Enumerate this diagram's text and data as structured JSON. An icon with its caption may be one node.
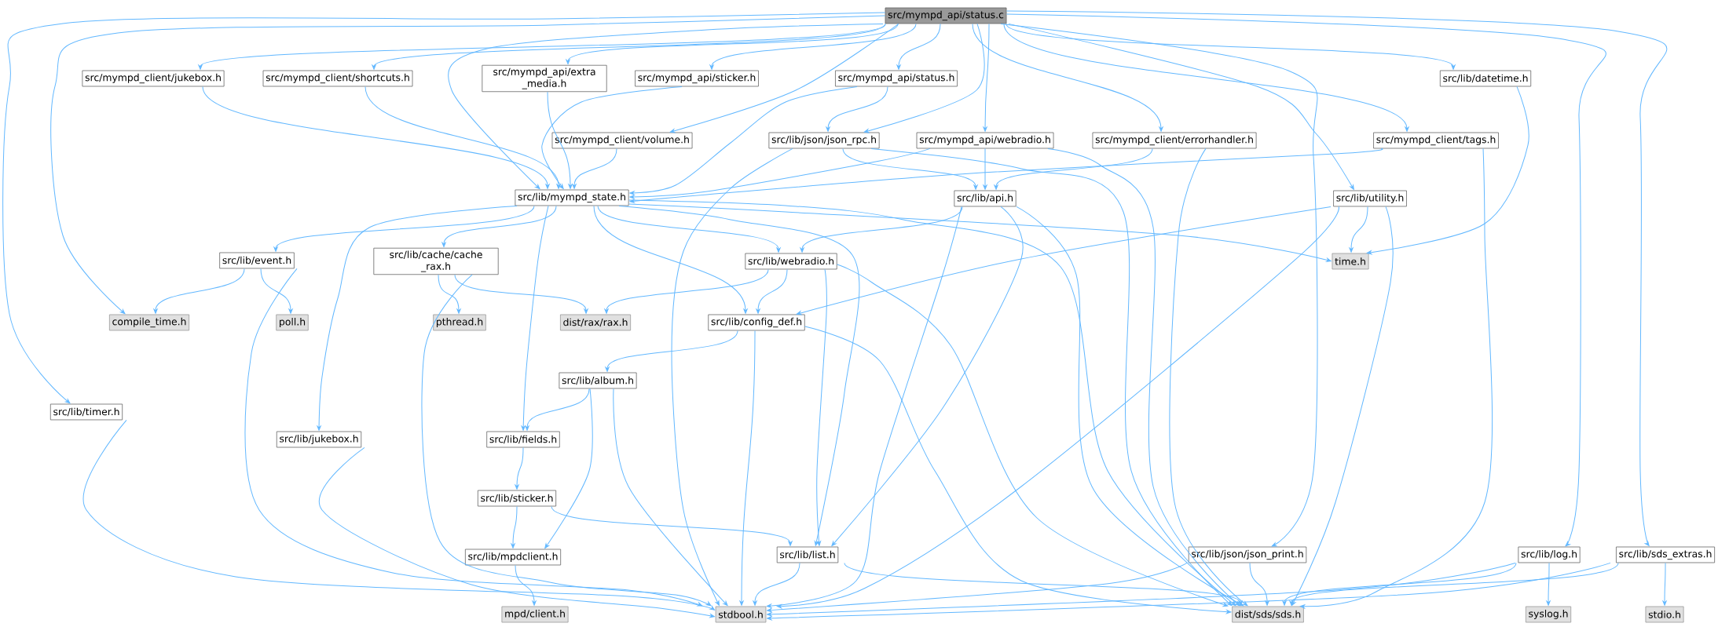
{
  "diagram": {
    "nodes": [
      {
        "text": [
          "src/mympd_api/status.c"
        ]
      },
      {
        "text": [
          "src/mympd_client/jukebox.h"
        ]
      },
      {
        "text": [
          "src/mympd_client/shortcuts.h"
        ]
      },
      {
        "text": [
          "src/mympd_api/extra _media.h"
        ]
      },
      {
        "text": [
          "src/mympd_api/sticker.h"
        ]
      },
      {
        "text": [
          "src/mympd_api/status.h"
        ]
      },
      {
        "text": [
          "src/lib/datetime.h"
        ]
      },
      {
        "text": [
          "src/mympd_client/volume.h"
        ]
      },
      {
        "text": [
          "src/lib/json/json_rpc.h"
        ]
      },
      {
        "text": [
          "src/mympd_api/webradio.h"
        ]
      },
      {
        "text": [
          "src/mympd_client/errorhandler.h"
        ]
      },
      {
        "text": [
          "src/mympd_client/tags.h"
        ]
      },
      {
        "text": [
          "src/lib/mympd_state.h"
        ]
      },
      {
        "text": [
          "src/lib/api.h"
        ]
      },
      {
        "text": [
          "src/lib/utility.h"
        ]
      },
      {
        "text": [
          "src/lib/event.h"
        ]
      },
      {
        "text": [
          "src/lib/cache/cache _rax.h"
        ]
      },
      {
        "text": [
          "time.h"
        ]
      },
      {
        "text": [
          "src/lib/webradio.h"
        ]
      },
      {
        "text": [
          "compile_time.h"
        ]
      },
      {
        "text": [
          "poll.h"
        ]
      },
      {
        "text": [
          "pthread.h"
        ]
      },
      {
        "text": [
          "dist/rax/rax.h"
        ]
      },
      {
        "text": [
          "src/lib/config_def.h"
        ]
      },
      {
        "text": [
          "src/lib/timer.h"
        ]
      },
      {
        "text": [
          "src/lib/album.h"
        ]
      },
      {
        "text": [
          "src/lib/jukebox.h"
        ]
      },
      {
        "text": [
          "src/lib/fields.h"
        ]
      },
      {
        "text": [
          "src/lib/sticker.h"
        ]
      },
      {
        "text": [
          "src/lib/mpdclient.h"
        ]
      },
      {
        "text": [
          "src/lib/list.h"
        ]
      },
      {
        "text": [
          "src/lib/json/json_print.h"
        ]
      },
      {
        "text": [
          "src/lib/log.h"
        ]
      },
      {
        "text": [
          "src/lib/sds_extras.h"
        ]
      },
      {
        "text": [
          "mpd/client.h"
        ]
      },
      {
        "text": [
          "stdbool.h"
        ]
      },
      {
        "text": [
          "dist/sds/sds.h"
        ]
      },
      {
        "text": [
          "syslog.h"
        ]
      },
      {
        "text": [
          "stdio.h"
        ]
      }
    ],
    "edges": [
      {
        "from": 0,
        "to": 1,
        "arrow": "to"
      },
      {
        "from": 0,
        "to": 2,
        "arrow": "to"
      },
      {
        "from": 0,
        "to": 3,
        "arrow": "to"
      },
      {
        "from": 0,
        "to": 4,
        "arrow": "to"
      },
      {
        "from": 0,
        "to": 5,
        "arrow": "to"
      },
      {
        "from": 0,
        "to": 6,
        "arrow": "to"
      },
      {
        "from": 0,
        "to": 7,
        "arrow": "to"
      },
      {
        "from": 0,
        "to": 8,
        "arrow": "to"
      },
      {
        "from": 0,
        "to": 9,
        "arrow": "to"
      },
      {
        "from": 0,
        "to": 10,
        "arrow": "to"
      },
      {
        "from": 0,
        "to": 11,
        "arrow": "to"
      },
      {
        "from": 0,
        "to": 12,
        "arrow": "to"
      },
      {
        "from": 0,
        "to": 14,
        "arrow": "to"
      },
      {
        "from": 0,
        "to": 19,
        "arrow": "to"
      },
      {
        "from": 0,
        "to": 24,
        "arrow": "to"
      },
      {
        "from": 0,
        "to": 31,
        "arrow": "to"
      },
      {
        "from": 0,
        "to": 32,
        "arrow": "to"
      },
      {
        "from": 0,
        "to": 33,
        "arrow": "to"
      },
      {
        "from": 1,
        "to": 12,
        "arrow": "to"
      },
      {
        "from": 2,
        "to": 12,
        "arrow": "to"
      },
      {
        "from": 3,
        "to": 12,
        "arrow": "to"
      },
      {
        "from": 4,
        "to": 12,
        "arrow": "to"
      },
      {
        "from": 5,
        "to": 12,
        "arrow": "to"
      },
      {
        "from": 5,
        "to": 8,
        "arrow": "to"
      },
      {
        "from": 6,
        "to": 17,
        "arrow": "to"
      },
      {
        "from": 7,
        "to": 12,
        "arrow": "to"
      },
      {
        "from": 8,
        "to": 13,
        "arrow": "to"
      },
      {
        "from": 8,
        "to": 35,
        "arrow": "to"
      },
      {
        "from": 8,
        "to": 36,
        "arrow": "to"
      },
      {
        "from": 9,
        "to": 12,
        "arrow": "to"
      },
      {
        "from": 9,
        "to": 13,
        "arrow": "to"
      },
      {
        "from": 9,
        "to": 36,
        "arrow": "to"
      },
      {
        "from": 10,
        "to": 13,
        "arrow": "to"
      },
      {
        "from": 10,
        "to": 36,
        "arrow": "to"
      },
      {
        "from": 11,
        "to": 12,
        "arrow": "to"
      },
      {
        "from": 11,
        "to": 36,
        "arrow": "to"
      },
      {
        "from": 12,
        "to": 15,
        "arrow": "to"
      },
      {
        "from": 12,
        "to": 16,
        "arrow": "to"
      },
      {
        "from": 12,
        "to": 17,
        "arrow": "to"
      },
      {
        "from": 12,
        "to": 18,
        "arrow": "to"
      },
      {
        "from": 12,
        "to": 23,
        "arrow": "to"
      },
      {
        "from": 12,
        "to": 26,
        "arrow": "to"
      },
      {
        "from": 12,
        "to": 27,
        "arrow": "to"
      },
      {
        "from": 12,
        "to": 30,
        "arrow": "to"
      },
      {
        "from": 12,
        "to": 36,
        "arrow": "to"
      },
      {
        "from": 13,
        "to": 18,
        "arrow": "to"
      },
      {
        "from": 13,
        "to": 30,
        "arrow": "to"
      },
      {
        "from": 13,
        "to": 35,
        "arrow": "to"
      },
      {
        "from": 13,
        "to": 36,
        "arrow": "to"
      },
      {
        "from": 14,
        "to": 17,
        "arrow": "to"
      },
      {
        "from": 14,
        "to": 23,
        "arrow": "to"
      },
      {
        "from": 14,
        "to": 35,
        "arrow": "to"
      },
      {
        "from": 14,
        "to": 36,
        "arrow": "to"
      },
      {
        "from": 15,
        "to": 19,
        "arrow": "to"
      },
      {
        "from": 15,
        "to": 20,
        "arrow": "to"
      },
      {
        "from": 15,
        "to": 35,
        "arrow": "to"
      },
      {
        "from": 16,
        "to": 21,
        "arrow": "to"
      },
      {
        "from": 16,
        "to": 22,
        "arrow": "to"
      },
      {
        "from": 16,
        "to": 35,
        "arrow": "to"
      },
      {
        "from": 18,
        "to": 22,
        "arrow": "to"
      },
      {
        "from": 18,
        "to": 23,
        "arrow": "to"
      },
      {
        "from": 18,
        "to": 30,
        "arrow": "to"
      },
      {
        "from": 18,
        "to": 36,
        "arrow": "to"
      },
      {
        "from": 23,
        "to": 25,
        "arrow": "to"
      },
      {
        "from": 23,
        "to": 35,
        "arrow": "to"
      },
      {
        "from": 23,
        "to": 36,
        "arrow": "to"
      },
      {
        "from": 24,
        "to": 35,
        "arrow": "to"
      },
      {
        "from": 25,
        "to": 27,
        "arrow": "to"
      },
      {
        "from": 25,
        "to": 29,
        "arrow": "to"
      },
      {
        "from": 25,
        "to": 35,
        "arrow": "to"
      },
      {
        "from": 26,
        "to": 35,
        "arrow": "to"
      },
      {
        "from": 27,
        "to": 28,
        "arrow": "to"
      },
      {
        "from": 28,
        "to": 29,
        "arrow": "to"
      },
      {
        "from": 28,
        "to": 30,
        "arrow": "to"
      },
      {
        "from": 29,
        "to": 34,
        "arrow": "to"
      },
      {
        "from": 30,
        "to": 35,
        "arrow": "to"
      },
      {
        "from": 30,
        "to": 36,
        "arrow": "to"
      },
      {
        "from": 31,
        "to": 35,
        "arrow": "to"
      },
      {
        "from": 31,
        "to": 36,
        "arrow": "to"
      },
      {
        "from": 32,
        "to": 35,
        "arrow": "to"
      },
      {
        "from": 32,
        "to": 36,
        "arrow": "to"
      },
      {
        "from": 32,
        "to": 37,
        "arrow": "to"
      },
      {
        "from": 33,
        "to": 35,
        "arrow": "to"
      },
      {
        "from": 33,
        "to": 36,
        "arrow": "to"
      },
      {
        "from": 33,
        "to": 38,
        "arrow": "to"
      }
    ]
  }
}
